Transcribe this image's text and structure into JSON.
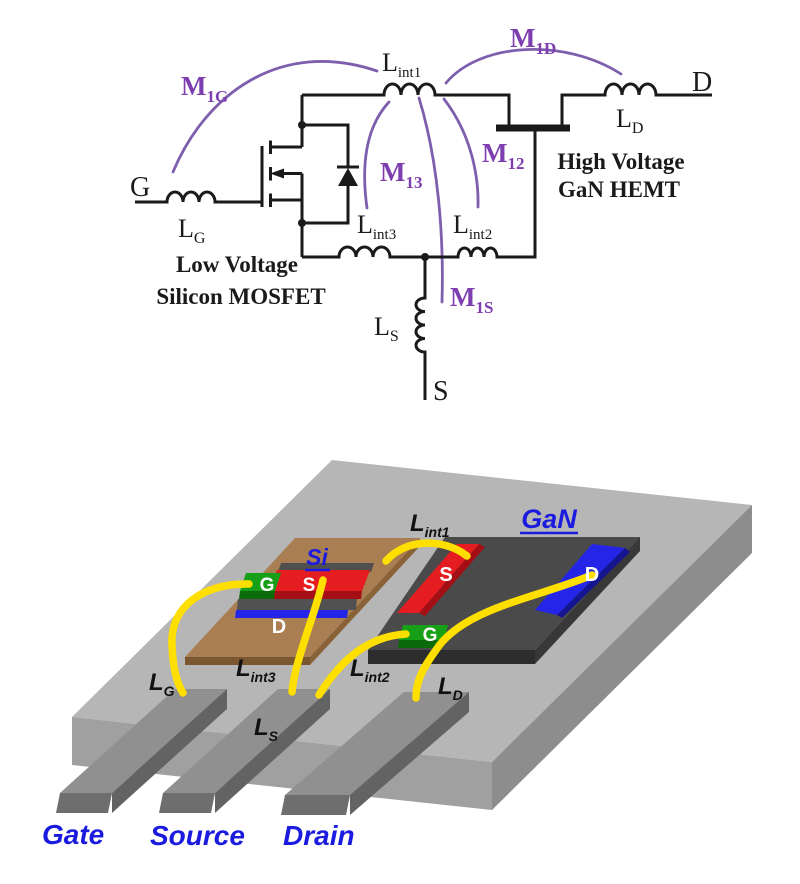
{
  "figure": {
    "background": "#ffffff",
    "colors": {
      "line_black": "#1a1a1a",
      "mutual_purple": "#7d5fae",
      "mutual_label_purple": "#7d3fb0",
      "bond_wire_yellow": "#ffdf00",
      "label_blue": "#1b1bdf",
      "pad_red": "#e51c20",
      "pad_green": "#17a017",
      "pad_blue": "#2525e8",
      "si_die_brown": "#a87e52",
      "gan_die_gray": "#4a4a4a",
      "substrate_gray": "#b6b6b6",
      "lead_gray": "#909090"
    },
    "schematic": {
      "terminals": {
        "gate": "G",
        "drain": "D",
        "source": "S"
      },
      "inductors": {
        "lg": {
          "main": "L",
          "sub": "G"
        },
        "ld": {
          "main": "L",
          "sub": "D"
        },
        "ls": {
          "main": "L",
          "sub": "S"
        },
        "lint1": {
          "main": "L",
          "sub": "int1"
        },
        "lint2": {
          "main": "L",
          "sub": "int2"
        },
        "lint3": {
          "main": "L",
          "sub": "int3"
        }
      },
      "mutual_inductances": {
        "m1g": {
          "main": "M",
          "sub": "1G"
        },
        "m1d": {
          "main": "M",
          "sub": "1D"
        },
        "m13": {
          "main": "M",
          "sub": "13"
        },
        "m12": {
          "main": "M",
          "sub": "12"
        },
        "m1s": {
          "main": "M",
          "sub": "1S"
        }
      },
      "mosfet_label": {
        "line1": "Low Voltage",
        "line2": "Silicon MOSFET"
      },
      "hemt_label": {
        "line1": "High Voltage",
        "line2": "GaN HEMT"
      }
    },
    "package3d": {
      "die_labels": {
        "si": "Si",
        "gan": "GaN"
      },
      "si_pads": {
        "gate": "G",
        "source": "S",
        "drain": "D"
      },
      "gan_pads": {
        "source": "S",
        "gate": "G",
        "drain": "D"
      },
      "interconnects": {
        "lint1": {
          "main": "L",
          "sub": "int1"
        },
        "lint2": {
          "main": "L",
          "sub": "int2"
        },
        "lint3": {
          "main": "L",
          "sub": "int3"
        },
        "lg": {
          "main": "L",
          "sub": "G"
        },
        "ls": {
          "main": "L",
          "sub": "S"
        },
        "ld": {
          "main": "L",
          "sub": "D"
        }
      },
      "leads": {
        "gate": "Gate",
        "source": "Source",
        "drain": "Drain"
      }
    }
  }
}
